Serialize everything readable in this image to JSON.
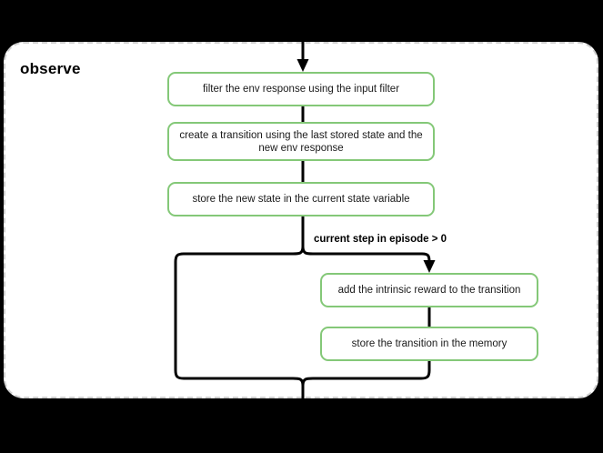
{
  "diagram": {
    "type": "flowchart",
    "container": {
      "title": "observe",
      "border_style": "dashed",
      "border_color": "#d0d0d0",
      "background": "#ffffff"
    },
    "canvas_background": "#000000",
    "node_border_color": "#84c878",
    "edge_color": "#000000",
    "nodes": [
      {
        "id": "filter",
        "label": "filter the env response using the input filter"
      },
      {
        "id": "create",
        "label": "create a transition using the last stored state and the new env response"
      },
      {
        "id": "store_state",
        "label": "store the new state in the current state variable"
      },
      {
        "id": "intrinsic",
        "label": "add the intrinsic reward to the transition"
      },
      {
        "id": "store_trans",
        "label": "store the transition in the memory"
      }
    ],
    "edges": [
      {
        "from": "entry",
        "to": "filter",
        "label": ""
      },
      {
        "from": "filter",
        "to": "create",
        "label": ""
      },
      {
        "from": "create",
        "to": "store_state",
        "label": ""
      },
      {
        "from": "store_state",
        "to": "intrinsic",
        "label": "current step in episode > 0"
      },
      {
        "from": "store_state",
        "to": "merge",
        "label": ""
      },
      {
        "from": "intrinsic",
        "to": "store_trans",
        "label": ""
      },
      {
        "from": "store_trans",
        "to": "merge",
        "label": ""
      },
      {
        "from": "merge",
        "to": "exit",
        "label": ""
      }
    ],
    "branch_label": "current step in episode > 0"
  }
}
